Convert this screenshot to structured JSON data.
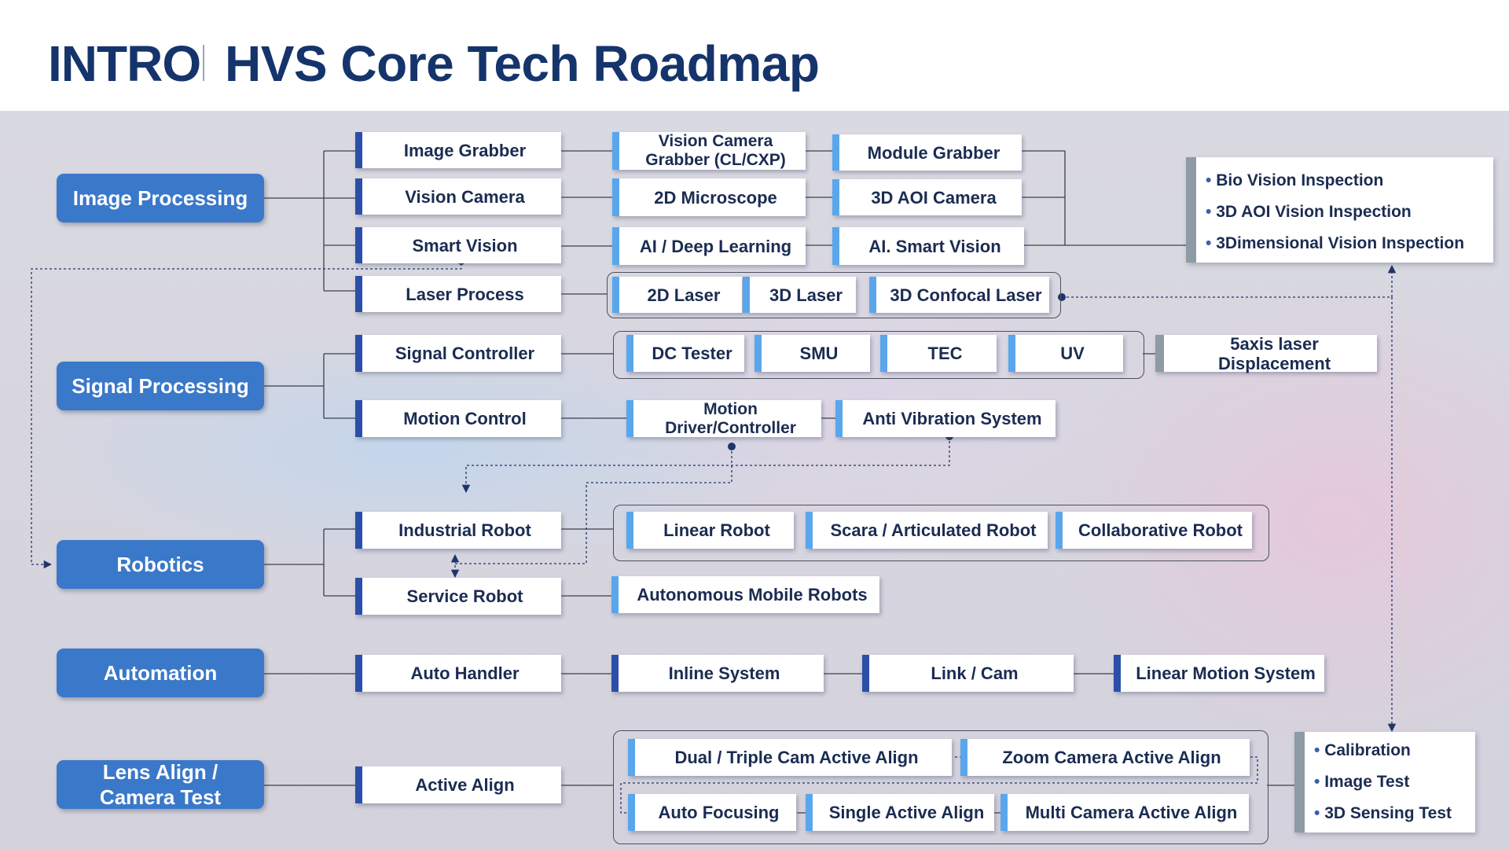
{
  "header": {
    "intro": "INTRO",
    "title": "HVS Core Tech Roadmap"
  },
  "colors": {
    "title": "#15346b",
    "category_fill": "#3a78c9",
    "accent_dark": "#2b4fa8",
    "accent_light": "#5aa6ec",
    "connector": "#1f3568"
  },
  "categories": {
    "image": "Image Processing",
    "signal": "Signal Processing",
    "robotics": "Robotics",
    "automation": "Automation",
    "lens": "Lens Align /\nCamera Test"
  },
  "image": {
    "image_grabber": "Image Grabber",
    "vision_camera": "Vision Camera",
    "smart_vision": "Smart Vision",
    "laser_process": "Laser Process",
    "vision_camera_grabber": "Vision Camera\nGrabber (CL/CXP)",
    "microscope_2d": "2D Microscope",
    "ai_deep_learning": "AI / Deep Learning",
    "module_grabber": "Module Grabber",
    "aoi_camera_3d": "3D AOI Camera",
    "ai_smart_vision": "AI. Smart Vision",
    "laser_2d": "2D Laser",
    "laser_3d": "3D Laser",
    "confocal_laser_3d": "3D Confocal Laser"
  },
  "inspection_panel": [
    "Bio Vision Inspection",
    "3D AOI Vision Inspection",
    "3Dimensional Vision Inspection"
  ],
  "signal": {
    "signal_controller": "Signal Controller",
    "motion_control": "Motion Control",
    "dc_tester": "DC Tester",
    "smu": "SMU",
    "tec": "TEC",
    "uv": "UV",
    "laser_displacement": "5axis laser Displacement",
    "motion_driver": "Motion\nDriver/Controller",
    "anti_vibration": "Anti Vibration System"
  },
  "robotics": {
    "industrial_robot": "Industrial Robot",
    "service_robot": "Service Robot",
    "linear_robot": "Linear Robot",
    "scara_robot": "Scara / Articulated Robot",
    "collaborative_robot": "Collaborative Robot",
    "autonomous_mobile": "Autonomous Mobile Robots"
  },
  "automation": {
    "auto_handler": "Auto Handler",
    "inline_system": "Inline System",
    "link_cam": "Link / Cam",
    "linear_motion": "Linear Motion System"
  },
  "lens": {
    "active_align": "Active Align",
    "dual_triple": "Dual / Triple Cam Active Align",
    "zoom_camera": "Zoom Camera Active Align",
    "auto_focusing": "Auto Focusing",
    "single_active": "Single Active Align",
    "multi_camera": "Multi Camera Active Align"
  },
  "test_panel": [
    "Calibration",
    "Image Test",
    "3D Sensing Test"
  ]
}
